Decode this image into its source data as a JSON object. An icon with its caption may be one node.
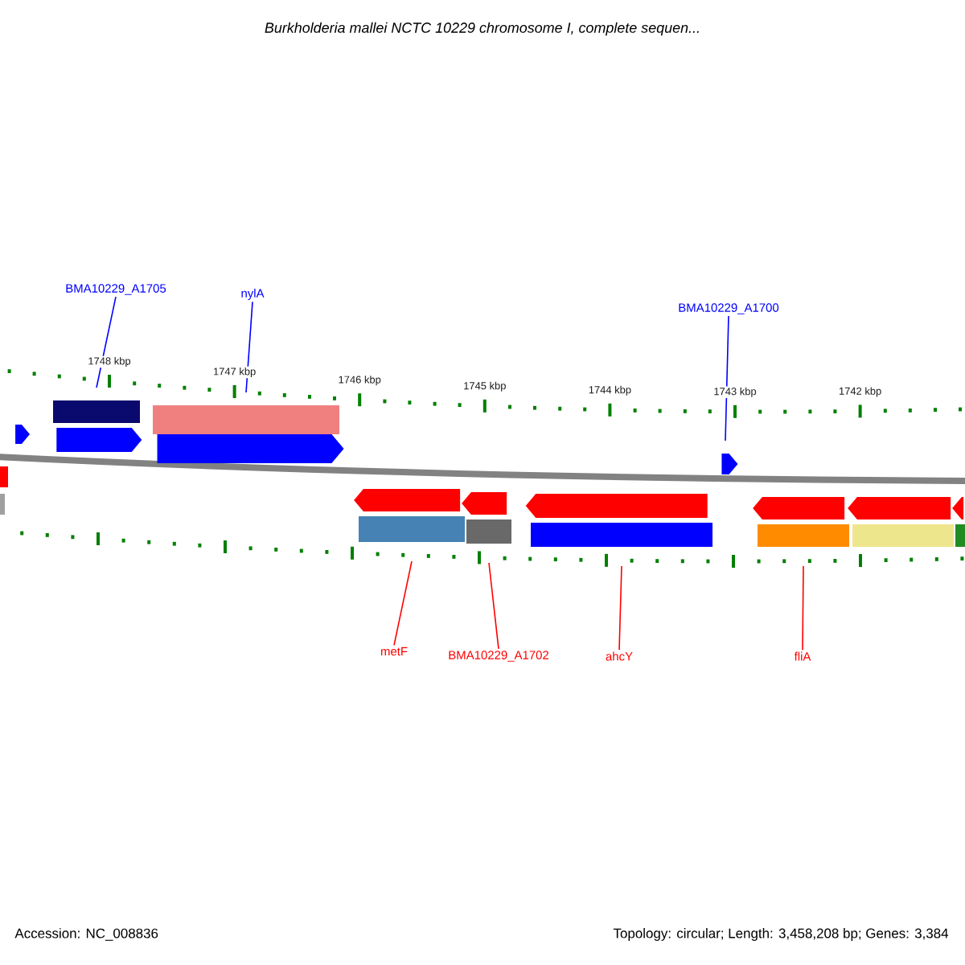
{
  "diagram": {
    "title": "Burkholderia mallei NCTC 10229 chromosome I, complete sequen...",
    "nodes": [
      {
        "text": [
          "BMA10229_A1705"
        ]
      },
      {
        "text": [
          "nylA"
        ]
      },
      {
        "text": [
          "BMA10229_A1700"
        ]
      },
      {
        "text": [
          "metF"
        ]
      },
      {
        "text": [
          "BMA10229_A1702"
        ]
      },
      {
        "text": [
          "ahcY"
        ]
      },
      {
        "text": [
          "fliA"
        ]
      },
      {
        "text": [],
        "shape": "arrow"
      },
      {
        "text": [],
        "shape": "bar"
      },
      {
        "text": [],
        "shape": "arrow"
      },
      {
        "text": [],
        "shape": "bar"
      },
      {
        "text": [],
        "shape": "arrow"
      },
      {
        "text": [],
        "shape": "arrow"
      },
      {
        "text": [],
        "shape": "bar"
      },
      {
        "text": [],
        "shape": "bar"
      },
      {
        "text": [],
        "shape": "arrow"
      },
      {
        "text": [],
        "shape": "bar"
      },
      {
        "text": [],
        "shape": "arrow"
      },
      {
        "text": [],
        "shape": "bar"
      },
      {
        "text": [],
        "shape": "arrow"
      },
      {
        "text": [],
        "shape": "bar"
      },
      {
        "text": [],
        "shape": "arrow"
      },
      {
        "text": [],
        "shape": "bar"
      },
      {
        "text": [],
        "shape": "arrow"
      },
      {
        "text": [],
        "shape": "bar"
      },
      {
        "text": [],
        "shape": "arrow"
      },
      {
        "text": [],
        "shape": "bar"
      }
    ],
    "edges": [
      {
        "from": 0,
        "to": 8,
        "arrow": "none",
        "color": "#0000ff"
      },
      {
        "from": 1,
        "to": 10,
        "arrow": "none",
        "color": "#0000ff"
      },
      {
        "from": 2,
        "to": 12,
        "arrow": "none",
        "color": "#0000ff"
      },
      {
        "from": 3,
        "to": 16,
        "arrow": "none",
        "color": "#ff0000"
      },
      {
        "from": 4,
        "to": 18,
        "arrow": "none",
        "color": "#ff0000"
      },
      {
        "from": 5,
        "to": 20,
        "arrow": "none",
        "color": "#ff0000"
      },
      {
        "from": 6,
        "to": 22,
        "arrow": "none",
        "color": "#ff0000"
      }
    ],
    "labels": [
      "1748 kbp",
      "1747 kbp",
      "1746 kbp",
      "1745 kbp",
      "1744 kbp",
      "1743 kbp",
      "1742 kbp",
      "Accession: NC_008836",
      "Topology: circular; Length: 3,458,208 bp; Genes: 3,384"
    ]
  }
}
